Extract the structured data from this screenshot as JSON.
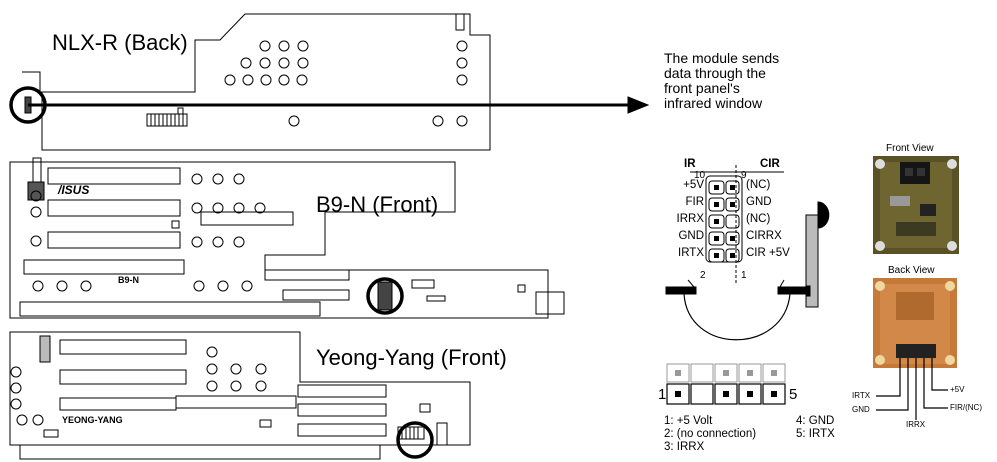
{
  "boards": {
    "nlx_r": {
      "title": "NLX-R (Back)"
    },
    "b9n": {
      "title": "B9-N (Front)",
      "brand": "/ISUS",
      "silk": "B9-N"
    },
    "yeong": {
      "title": "Yeong-Yang (Front)",
      "silk": "YEONG-YANG"
    }
  },
  "arrow_note": [
    "The module sends",
    "data through the",
    "front panel's",
    "infrared window"
  ],
  "connector": {
    "ir_header": "IR",
    "cir_header": "CIR",
    "pin_top_left": "10",
    "pin_top_right": "9",
    "pin_bottom_left": "2",
    "pin_bottom_right": "1",
    "left_labels": [
      "+5V",
      "FIR",
      "IRRX",
      "GND",
      "IRTX"
    ],
    "right_labels": [
      "(NC)",
      "GND",
      "(NC)",
      "CIRRX",
      "CIR +5V"
    ]
  },
  "five_pin": {
    "left_num": "1",
    "right_num": "5",
    "legend": {
      "p1": "1: +5 Volt",
      "p2": "2: (no connection)",
      "p3": "3: IRRX",
      "p4": "4: GND",
      "p5": "5: IRTX"
    }
  },
  "photos": {
    "front_caption": "Front View",
    "back_caption": "Back View",
    "back_labels": {
      "irtx": "IRTX",
      "gnd": "GND",
      "irrx": "IRRX",
      "fir": "FIR/(NC)",
      "p5v": "+5V"
    }
  },
  "colors": {
    "pcb_front": "#5a5226",
    "pcb_back": "#c67a3a",
    "line": "#000000"
  }
}
